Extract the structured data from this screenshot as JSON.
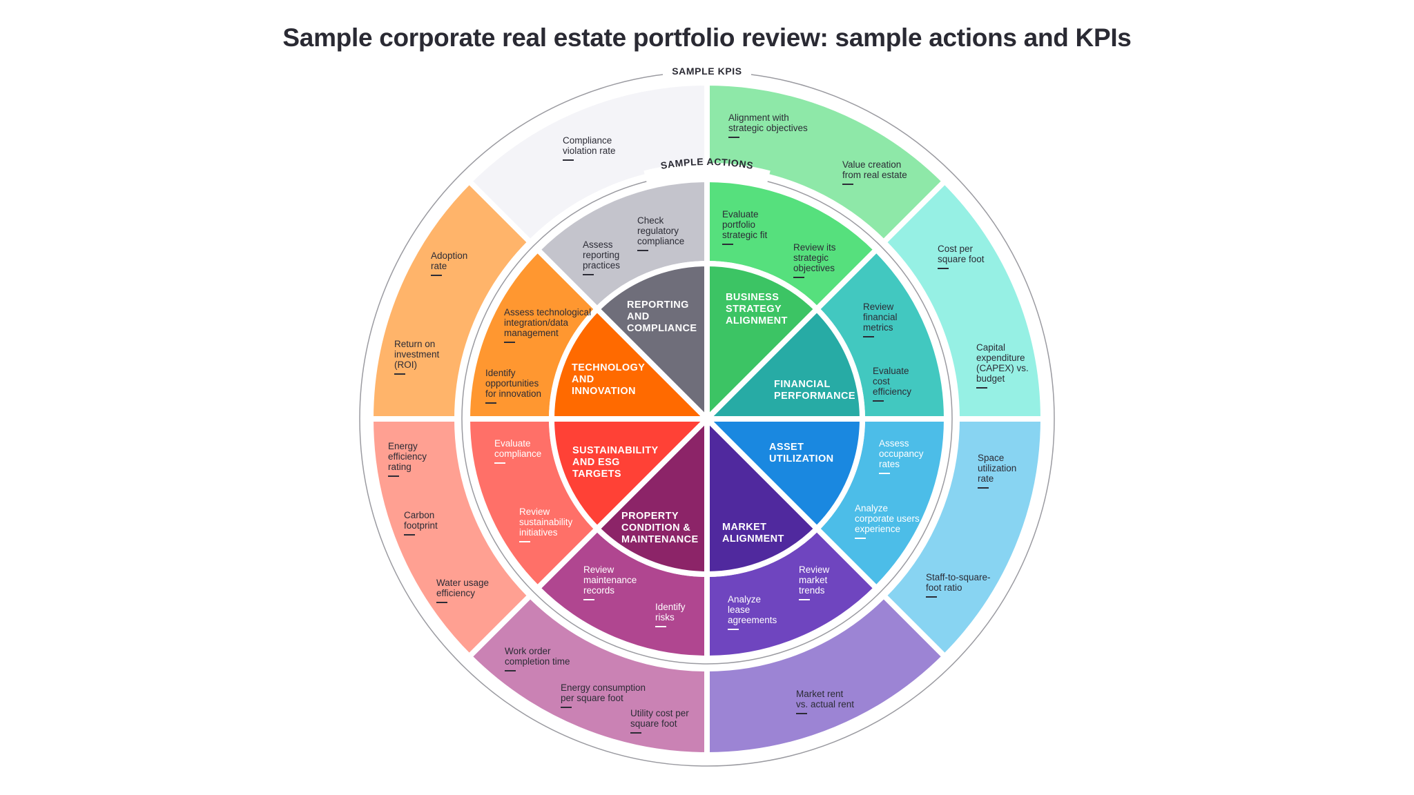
{
  "title": "Sample corporate real estate portfolio review: sample actions and KPIs",
  "ring_titles": {
    "kpis": "SAMPLE KPIS",
    "actions": "SAMPLE ACTIONS"
  },
  "segments": [
    {
      "id": "business",
      "hub": "BUSINESS\nSTRATEGY\nALIGNMENT",
      "colors": {
        "hub": "#3cc464",
        "action": "#56e07d",
        "kpi": "#8ee8a8"
      },
      "actions": [
        "Evaluate\nportfolio\nstrategic fit",
        "Review its\nstrategic\nobjectives"
      ],
      "kpis": [
        "Alignment with\nstrategic objectives",
        "Value creation\nfrom real estate"
      ]
    },
    {
      "id": "financial",
      "hub": "FINANCIAL\nPERFORMANCE",
      "colors": {
        "hub": "#27aba5",
        "action": "#42c8c0",
        "kpi": "#96f0e4"
      },
      "actions": [
        "Review\nfinancial\nmetrics",
        "Evaluate\ncost\nefficiency"
      ],
      "kpis": [
        "Cost per\nsquare foot",
        "Capital\nexpenditure\n(CAPEX) vs.\nbudget"
      ]
    },
    {
      "id": "asset",
      "hub": "ASSET\nUTILIZATION",
      "colors": {
        "hub": "#1a88e0",
        "action": "#4cbde8",
        "kpi": "#88d4f2"
      },
      "actions": [
        "Assess\noccupancy\nrates",
        "Analyze\ncorporate users\nexperience"
      ],
      "kpis": [
        "Space\nutilization\nrate",
        "Staff-to-square-\nfoot ratio"
      ]
    },
    {
      "id": "market",
      "hub": "MARKET\nALIGNMENT",
      "colors": {
        "hub": "#50299e",
        "action": "#6f45bf",
        "kpi": "#9c84d4"
      },
      "actions": [
        "Review\nmarket\ntrends",
        "Analyze\nlease\nagreements"
      ],
      "kpis": [
        "Market rent\nvs. actual rent"
      ]
    },
    {
      "id": "property",
      "hub": "PROPERTY\nCONDITION &\nMAINTENANCE",
      "colors": {
        "hub": "#8c2468",
        "action": "#b04690",
        "kpi": "#ca82b4"
      },
      "actions": [
        "Review\nmaintenance\nrecords",
        "Identify\nrisks"
      ],
      "kpis": [
        "Work order\ncompletion time",
        "Energy consumption\nper square foot",
        "Utility cost per\nsquare foot"
      ]
    },
    {
      "id": "sustainability",
      "hub": "SUSTAINABILITY\nAND ESG\nTARGETS",
      "colors": {
        "hub": "#ff4136",
        "action": "#ff7068",
        "kpi": "#ffa092"
      },
      "actions": [
        "Evaluate\ncompliance",
        "Review\nsustainability\ninitiatives"
      ],
      "kpis": [
        "Energy\nefficiency\nrating",
        "Carbon\nfootprint",
        "Water usage\nefficiency"
      ]
    },
    {
      "id": "technology",
      "hub": "TECHNOLOGY\nAND\nINNOVATION",
      "colors": {
        "hub": "#ff6a00",
        "action": "#ff9730",
        "kpi": "#ffb46a"
      },
      "actions": [
        "Assess technological\nintegration/data\nmanagement",
        "Identify\nopportunities\nfor innovation"
      ],
      "kpis": [
        "Adoption\nrate",
        "Return on\ninvestment\n(ROI)"
      ]
    },
    {
      "id": "reporting",
      "hub": "REPORTING\nAND\nCOMPLIANCE",
      "colors": {
        "hub": "#6f6e7a",
        "action": "#c4c4cc",
        "kpi": "#f4f4f8"
      },
      "actions": [
        "Check\nregulatory\ncompliance",
        "Assess\nreporting\npractices"
      ],
      "kpis": [
        "Compliance\nviolation rate"
      ]
    }
  ]
}
